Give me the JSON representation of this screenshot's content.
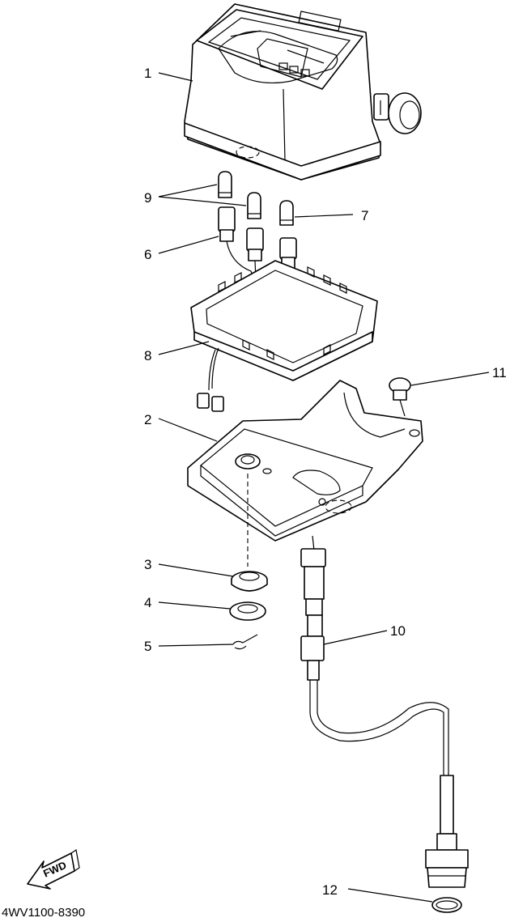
{
  "callouts": {
    "c1": "1",
    "c2": "2",
    "c3": "3",
    "c4": "4",
    "c5": "5",
    "c6": "6",
    "c7": "7",
    "c8": "8",
    "c9": "9",
    "c10": "10",
    "c11": "11",
    "c12": "12"
  },
  "fwd_label": "FWD",
  "diagram_code": "4WV1100-8390"
}
